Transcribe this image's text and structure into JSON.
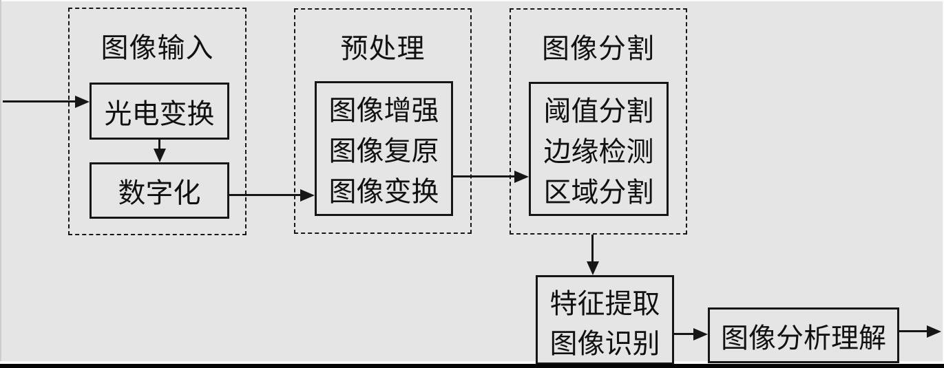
{
  "colors": {
    "background": "#e5e5e5",
    "stroke": "#161616",
    "text": "#111111",
    "bar": "#060606",
    "frame-light": "#fafafa",
    "frame-shade": "#cccccc"
  },
  "groups": {
    "input": {
      "title": "图像输入",
      "box1": "光电变换",
      "box2": "数字化"
    },
    "preprocess": {
      "title": "预处理",
      "lines": [
        "图像增强",
        "图像复原",
        "图像变换"
      ]
    },
    "segmentation": {
      "title": "图像分割",
      "lines": [
        "阈值分割",
        "边缘检测",
        "区域分割"
      ]
    }
  },
  "nodes": {
    "feature": {
      "lines": [
        "特征提取",
        "图像识别"
      ]
    },
    "analysis": {
      "label": "图像分析理解"
    }
  }
}
